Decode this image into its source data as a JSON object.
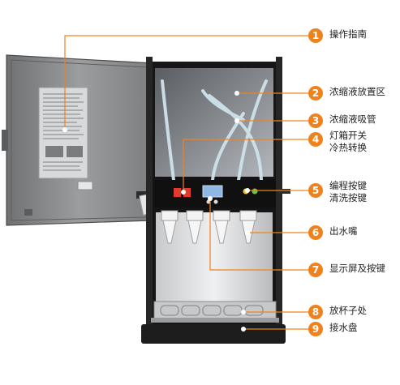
{
  "colors": {
    "accent": "#f0821e",
    "line": "#f0821e",
    "cabinet": "#1a1a1a",
    "door": "#8a8c8e",
    "panel": "#d9dadb"
  },
  "callouts": [
    {
      "num": "1",
      "lines": [
        "操作指南"
      ]
    },
    {
      "num": "2",
      "lines": [
        "浓缩液放置区"
      ]
    },
    {
      "num": "3",
      "lines": [
        "浓缩液吸管"
      ]
    },
    {
      "num": "4",
      "lines": [
        "灯箱开关",
        "冷热转换"
      ]
    },
    {
      "num": "5",
      "lines": [
        "编程按键",
        "清洗按键"
      ]
    },
    {
      "num": "6",
      "lines": [
        "出水嘴"
      ]
    },
    {
      "num": "7",
      "lines": [
        "显示屏及按键"
      ]
    },
    {
      "num": "8",
      "lines": [
        "放杯子处"
      ]
    },
    {
      "num": "9",
      "lines": [
        "接水盘"
      ]
    }
  ]
}
